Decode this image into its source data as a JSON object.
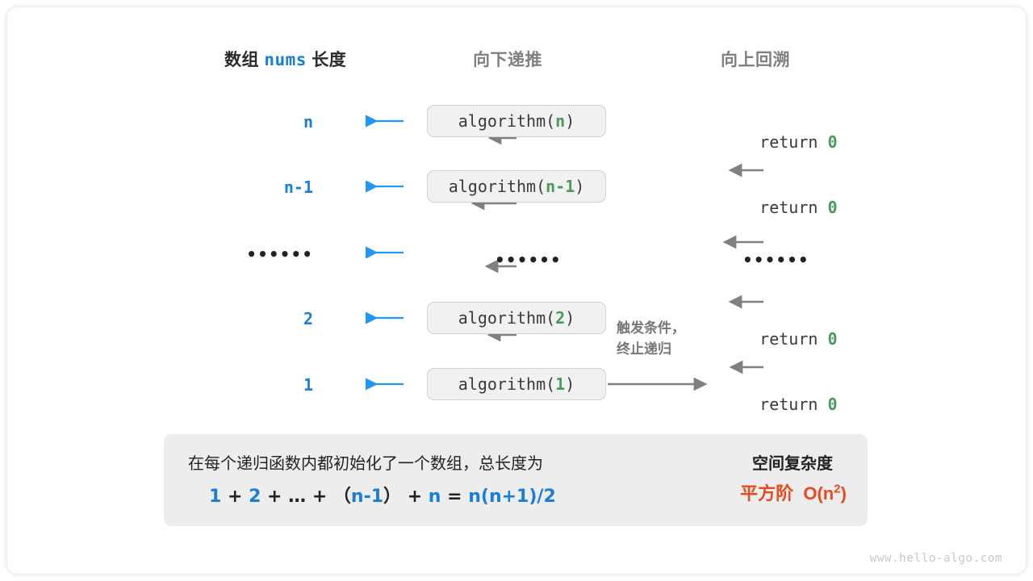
{
  "headers": {
    "left_prefix": "数组",
    "left_code": "nums",
    "left_suffix": "长度",
    "middle": "向下递推",
    "right": "向上回溯"
  },
  "rows": [
    {
      "size": "n",
      "call_prefix": "algorithm(",
      "call_arg": "n",
      "call_suffix": ")",
      "ret_prefix": "return ",
      "ret_value": "0"
    },
    {
      "size": "n-1",
      "call_prefix": "algorithm(",
      "call_arg": "n-1",
      "call_suffix": ")",
      "ret_prefix": "return ",
      "ret_value": "0"
    },
    {
      "size": "••••••",
      "call_prefix": "",
      "call_arg": "",
      "call_suffix": "",
      "ret_prefix": "",
      "ret_value": ""
    },
    {
      "size": "2",
      "call_prefix": "algorithm(",
      "call_arg": "2",
      "call_suffix": ")",
      "ret_prefix": "return ",
      "ret_value": "0"
    },
    {
      "size": "1",
      "call_prefix": "algorithm(",
      "call_arg": "1",
      "call_suffix": ")",
      "ret_prefix": "return ",
      "ret_value": "0"
    }
  ],
  "ellipsis": "••••••",
  "note": {
    "line1": "触发条件，",
    "line2": "终止递归"
  },
  "summary": {
    "text": "在每个递归函数内都初始化了一个数组，总长度为",
    "formula": {
      "t1": "1",
      "op1": " + ",
      "t2": "2",
      "op2": " + ",
      "t3": "…",
      "op3": " + （",
      "t4": "n-1",
      "op4": "） + ",
      "t5": "n",
      "op5": " = ",
      "t6": "n(n+1)/2"
    },
    "title": "空间复杂度",
    "answer_label": "平方阶",
    "answer_code": "O(n",
    "answer_exp": "2",
    "answer_tail": ")"
  },
  "watermark": "www.hello-algo.com",
  "colors": {
    "blue": "#1a7fd4",
    "green": "#4a9a5e",
    "orange": "#e8491e",
    "gray_arrow": "#808080",
    "box_fill": "#f1f1f1",
    "box_border": "#d2d2d2",
    "panel_fill": "#ededed"
  }
}
